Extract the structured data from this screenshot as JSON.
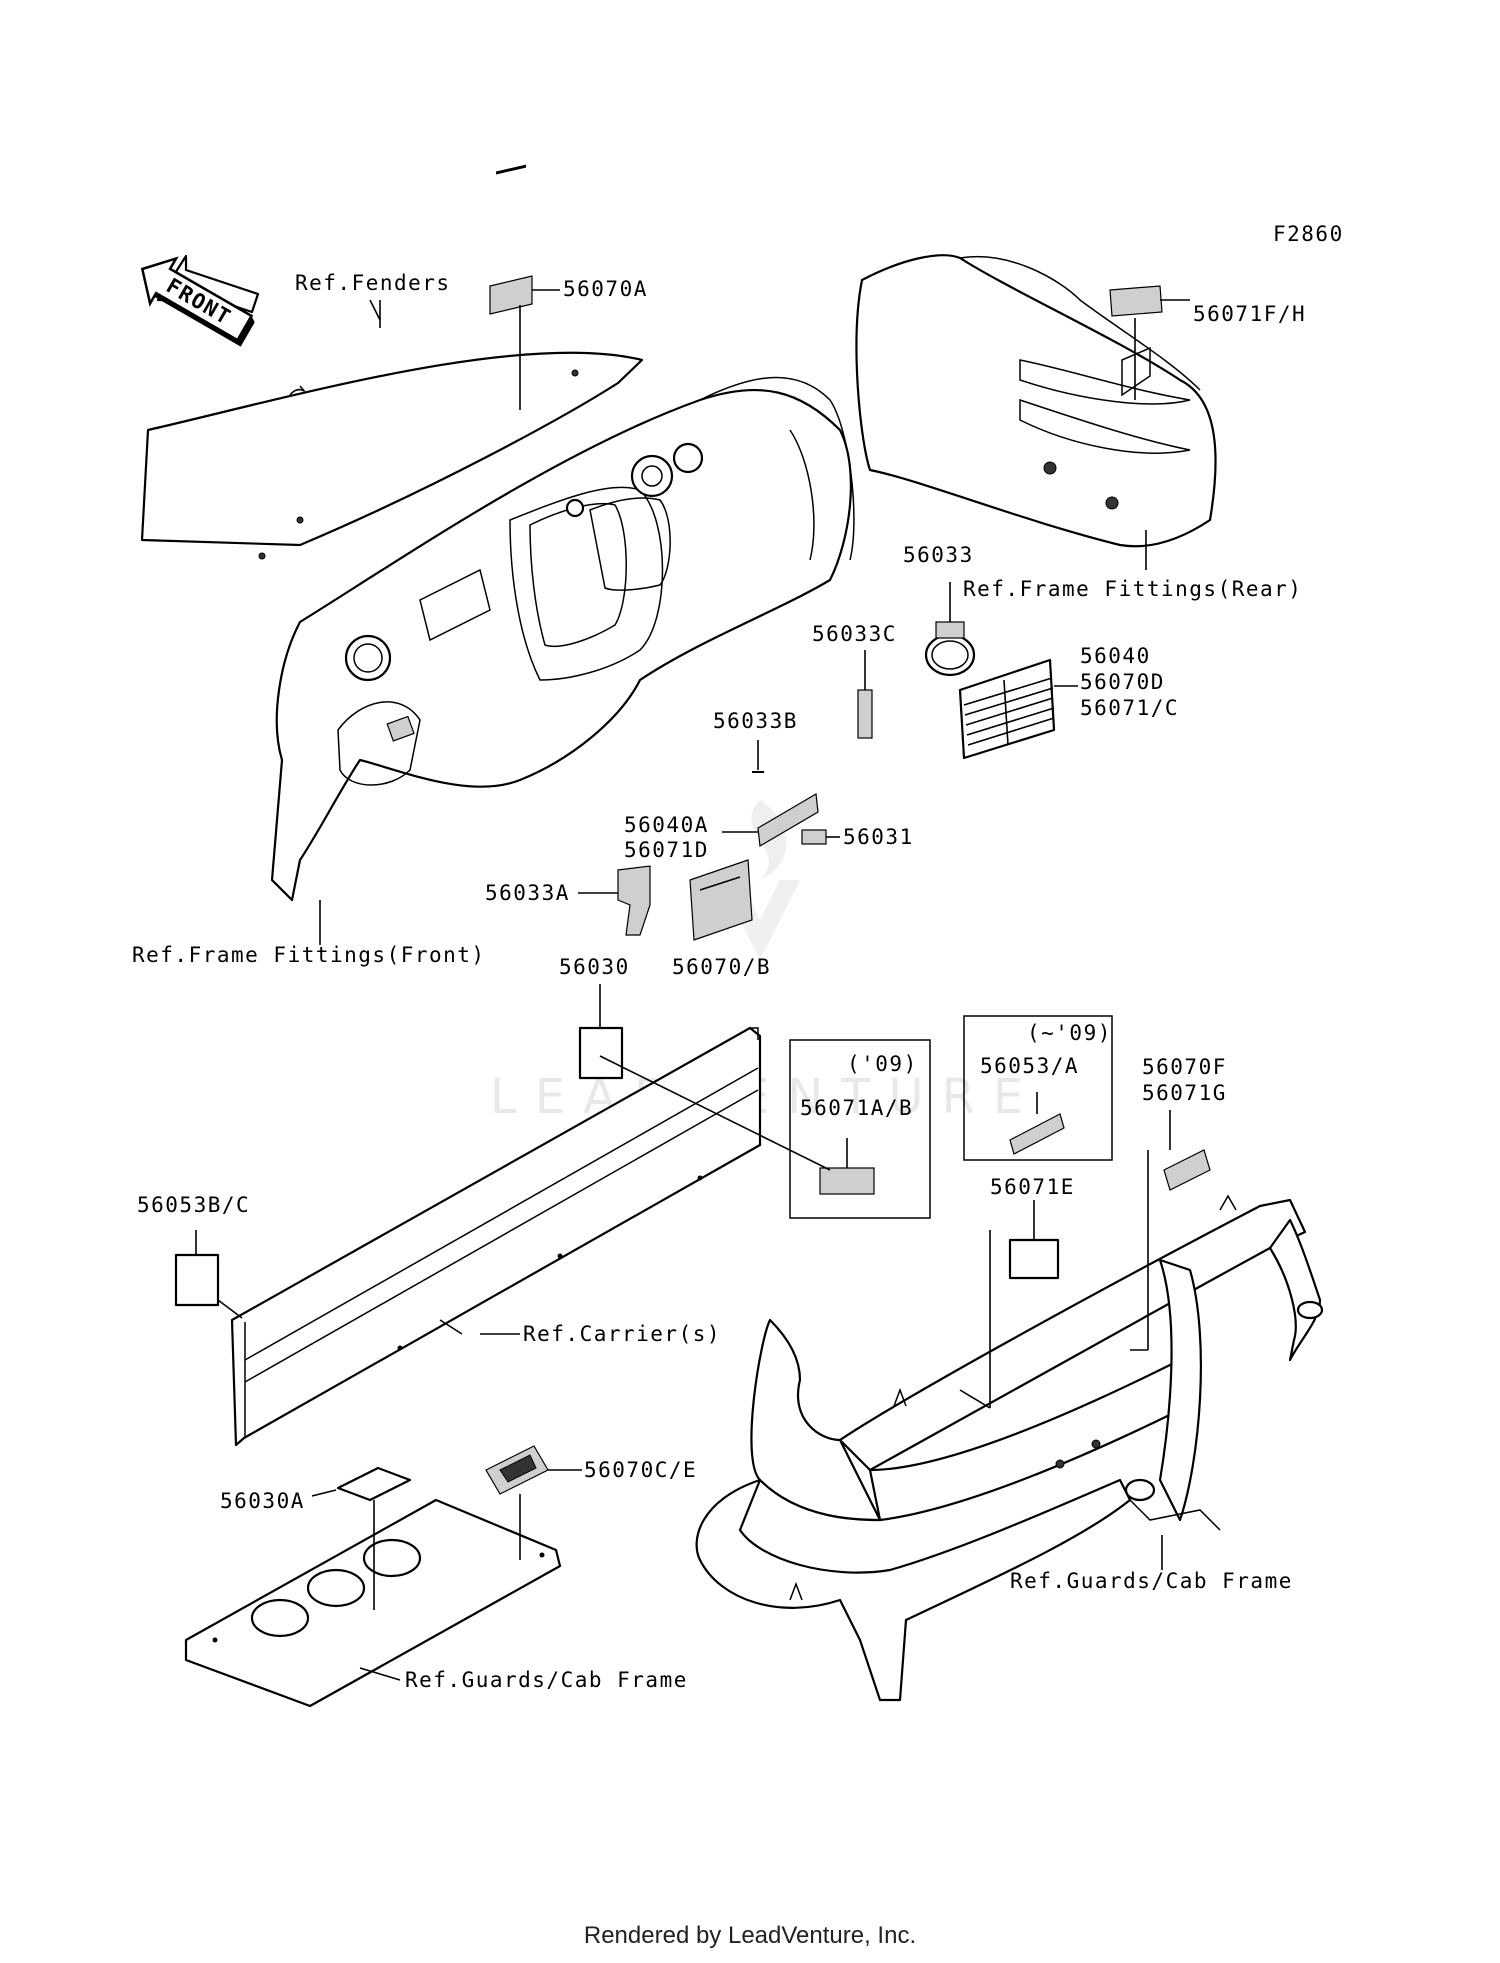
{
  "figure_id": "F2860",
  "front_arrow": "FRONT",
  "parts": {
    "p56070A": "56070A",
    "p56071FH": "56071F/H",
    "p56033": "56033",
    "p56033C": "56033C",
    "p56040": "56040",
    "p56070D": "56070D",
    "p56071C": "56071/C",
    "p56033B": "56033B",
    "p56040A": "56040A",
    "p56071D": "56071D",
    "p56031": "56031",
    "p56033A": "56033A",
    "p56070B": "56070/B",
    "p56030": "56030",
    "p56071AB": "56071A/B",
    "p56053A": "56053/A",
    "p56070F": "56070F",
    "p56071G": "56071G",
    "p56071E": "56071E",
    "p56053BC": "56053B/C",
    "p56030A": "56030A",
    "p56070CE": "56070C/E"
  },
  "refs": {
    "fenders": "Ref.Fenders",
    "frame_rear": "Ref.Frame Fittings(Rear)",
    "frame_front": "Ref.Frame Fittings(Front)",
    "carriers": "Ref.Carrier(s)",
    "guards_right": "Ref.Guards/Cab Frame",
    "guards_left": "Ref.Guards/Cab Frame"
  },
  "year_notes": {
    "y09": "('09)",
    "upto09": "(~'09)"
  },
  "watermark": "LEADVENTURE",
  "footer": "Rendered by LeadVenture, Inc."
}
